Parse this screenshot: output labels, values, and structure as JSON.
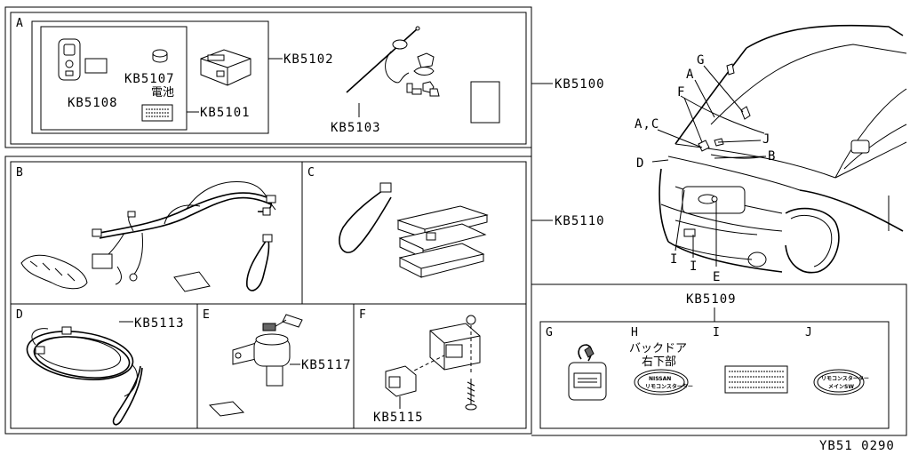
{
  "sections": {
    "a": "A",
    "b": "B",
    "c": "C",
    "d": "D",
    "e": "E",
    "f": "F",
    "g": "G",
    "h": "H",
    "i": "I",
    "j": "J"
  },
  "kit_labels": {
    "kb5100": "KB5100",
    "kb5110": "KB5110",
    "kb5109": "KB5109"
  },
  "part_labels": {
    "kb5102": "KB5102",
    "kb5107": "KB5107",
    "battery": "電池",
    "kb5108": "KB5108",
    "kb5101": "KB5101",
    "kb5103": "KB5103",
    "kb5113": "KB5113",
    "kb5117": "KB5117",
    "kb5115": "KB5115"
  },
  "vehicle_callouts": {
    "g": "G",
    "a": "A",
    "f": "F",
    "ac": "A,C",
    "j": "J",
    "d": "D",
    "b": "B",
    "i1": "I",
    "i2": "I",
    "e": "E"
  },
  "decal_text": {
    "h_line1": "バックドア",
    "h_line2": "右下部",
    "nissan": "NISSAN",
    "nissan_sub": "リモコンスターター",
    "j_line1": "リモコンスターター",
    "j_line2": "メインSW"
  },
  "diagram_code": "YB51 0290"
}
